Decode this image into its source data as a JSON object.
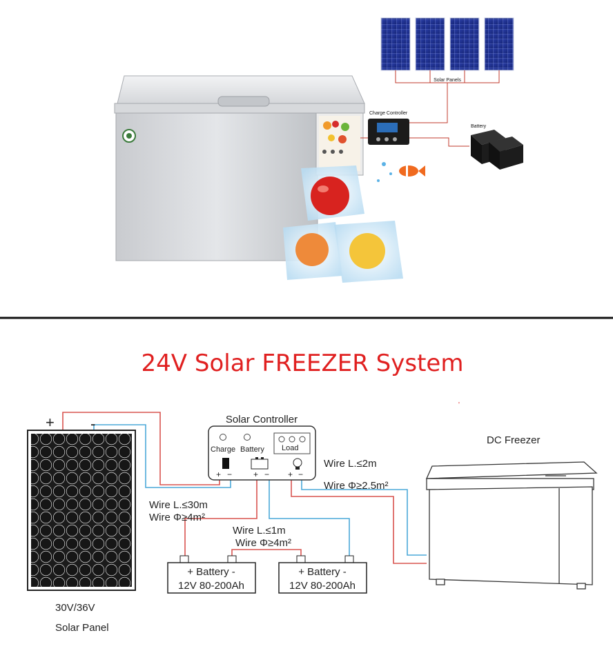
{
  "photo": {
    "labels": {
      "solar_panels": "Solar Panels",
      "charge_controller": "Charge Controller",
      "battery": "Battery"
    }
  },
  "diagram": {
    "title": "24V Solar FREEZER System",
    "solar_controller": {
      "title": "Solar Controller",
      "charge": "Charge",
      "battery": "Battery",
      "load": "Load",
      "plus": "+",
      "minus": "−"
    },
    "panel": {
      "plus": "+",
      "minus": "-",
      "voltage": "30V/36V",
      "name": "Solar Panel"
    },
    "wires": {
      "panel_length": "Wire L.≤30m",
      "panel_gauge": "Wire Φ≥4m²",
      "battery_length": "Wire L.≤1m",
      "battery_gauge": "Wire Φ≥4m²",
      "load_length": "Wire L.≤2m",
      "load_gauge": "Wire Φ≥2.5m²"
    },
    "batteries": [
      {
        "line1": "+ Battery -",
        "line2": "12V 80-200Ah"
      },
      {
        "line1": "+ Battery -",
        "line2": "12V 80-200Ah"
      }
    ],
    "freezer": {
      "name": "DC Freezer"
    }
  },
  "colors": {
    "title": "#e02020",
    "positive_wire": "#d9534f",
    "negative_wire": "#4aa8d8",
    "divider": "#111111"
  }
}
